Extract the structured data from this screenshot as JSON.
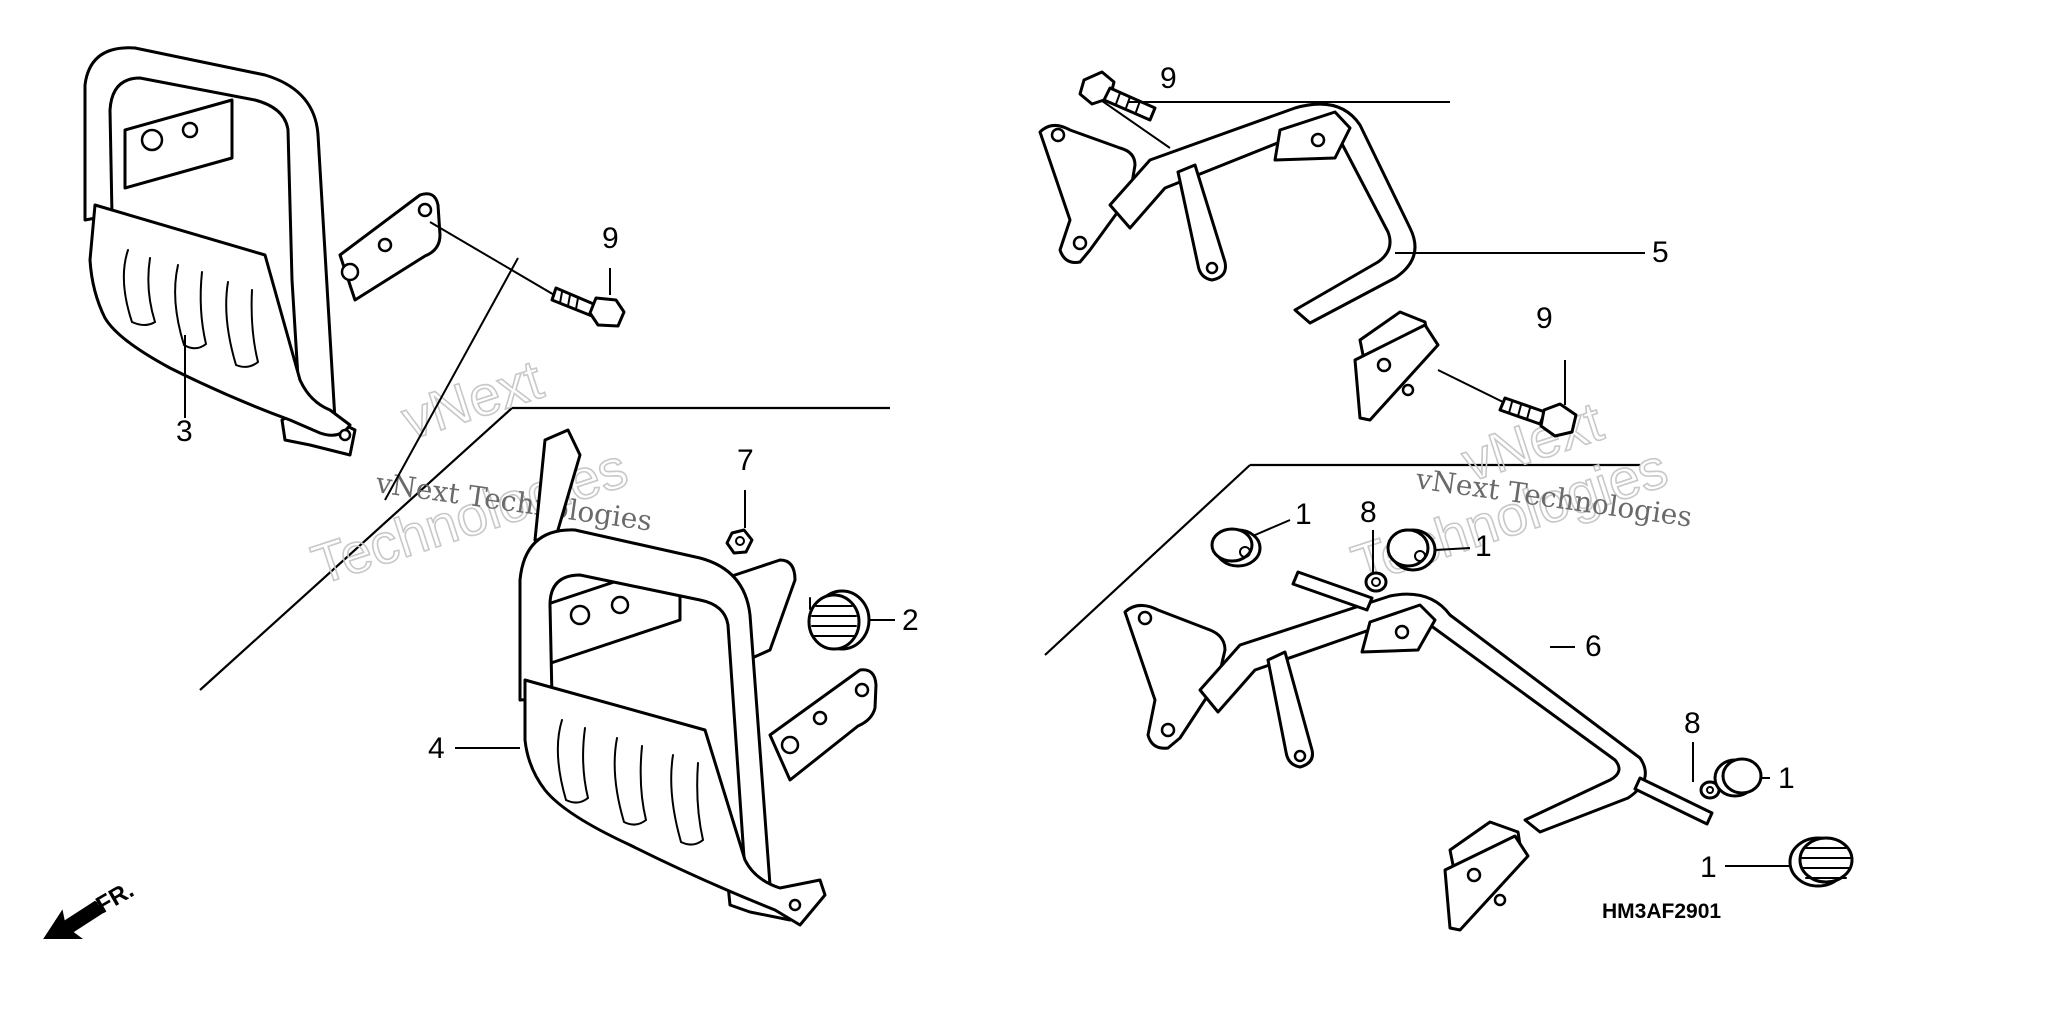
{
  "diagram": {
    "code": "HM3AF2901",
    "direction_label": "FR.",
    "callouts": {
      "p3": "3",
      "p4": "4",
      "p9a": "9",
      "p7": "7",
      "p2": "2",
      "p9b": "9",
      "p5": "5",
      "p9c": "9",
      "p1a": "1",
      "p8a": "8",
      "p1b": "1",
      "p6": "6",
      "p8b": "8",
      "p1c": "1",
      "p1d": "1"
    },
    "watermarks": {
      "outline_a": "vNext",
      "outline_b": "Technologies",
      "caption": "vNext Technologies"
    }
  }
}
